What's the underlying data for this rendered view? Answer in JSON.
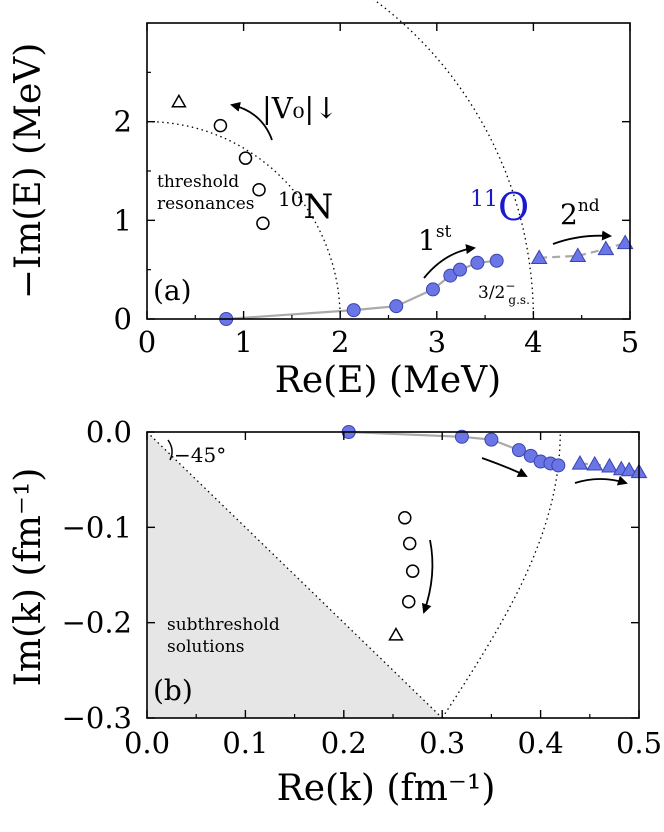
{
  "chart_data": [
    {
      "type": "scatter",
      "panel_label": "(a)",
      "xlabel": "Re(E) (MeV)",
      "ylabel": "−Im(E) (MeV)",
      "xlim": [
        0,
        5
      ],
      "ylim": [
        0,
        3
      ],
      "xticks": [
        "0",
        "1",
        "2",
        "3",
        "4",
        "5"
      ],
      "yticks": [
        "0",
        "1",
        "2"
      ],
      "grid": false,
      "series": [
        {
          "role": "first-resonance",
          "marker": "filled-circle",
          "color": "#6b76e6",
          "points": [
            [
              0.82,
              0.0
            ],
            [
              2.14,
              0.09
            ],
            [
              2.58,
              0.13
            ],
            [
              2.96,
              0.3
            ],
            [
              3.14,
              0.44
            ],
            [
              3.24,
              0.5
            ],
            [
              3.42,
              0.57
            ],
            [
              3.62,
              0.59
            ]
          ]
        },
        {
          "role": "second-resonance",
          "marker": "filled-triangle",
          "color": "#6b76e6",
          "points": [
            [
              4.06,
              0.62
            ],
            [
              4.46,
              0.64
            ],
            [
              4.75,
              0.71
            ],
            [
              4.95,
              0.77
            ]
          ]
        },
        {
          "role": "threshold-resonances",
          "marker": "open-circle",
          "color": "#000000",
          "points": [
            [
              0.76,
              1.96
            ],
            [
              1.02,
              1.63
            ],
            [
              1.16,
              1.31
            ],
            [
              1.2,
              0.97
            ]
          ]
        },
        {
          "role": "threshold-triangle",
          "marker": "open-triangle",
          "color": "#000000",
          "points": [
            [
              0.33,
              2.2
            ]
          ]
        }
      ],
      "guide_curves": [
        {
          "role": "quarter-circle",
          "radius": 2
        },
        {
          "role": "quarter-circle",
          "radius": 4
        }
      ],
      "annotations": {
        "v0": "|V₀|↓",
        "threshold_line1": "threshold",
        "threshold_line2": "resonances",
        "n10_sup": "10",
        "n10": "N",
        "o11_sup": "11",
        "o11": "O",
        "first_base": "1",
        "first_sup": "st",
        "second_base": "2",
        "second_sup": "nd",
        "gs_base": "3/2",
        "gs_sup": "−",
        "gs_sub": "g.s."
      }
    },
    {
      "type": "scatter",
      "panel_label": "(b)",
      "xlabel": "Re(k) (fm⁻¹)",
      "ylabel": "Im(k) (fm⁻¹)",
      "xlim": [
        0,
        0.5
      ],
      "ylim": [
        -0.3,
        0
      ],
      "xticks": [
        "0.0",
        "0.1",
        "0.2",
        "0.3",
        "0.4",
        "0.5"
      ],
      "yticks": [
        "0.0",
        "−0.1",
        "−0.2",
        "−0.3"
      ],
      "grid": false,
      "series": [
        {
          "role": "first-resonance",
          "marker": "filled-circle",
          "color": "#6b76e6",
          "points": [
            [
              0.205,
              0.0
            ],
            [
              0.32,
              -0.005
            ],
            [
              0.35,
              -0.008
            ],
            [
              0.378,
              -0.019
            ],
            [
              0.39,
              -0.025
            ],
            [
              0.4,
              -0.031
            ],
            [
              0.41,
              -0.033
            ],
            [
              0.418,
              -0.035
            ]
          ]
        },
        {
          "role": "second-resonance",
          "marker": "filled-triangle",
          "color": "#6b76e6",
          "points": [
            [
              0.44,
              -0.033
            ],
            [
              0.455,
              -0.034
            ],
            [
              0.47,
              -0.036
            ],
            [
              0.482,
              -0.039
            ],
            [
              0.49,
              -0.04
            ],
            [
              0.5,
              -0.042
            ]
          ]
        },
        {
          "role": "threshold-resonances",
          "marker": "open-circle",
          "color": "#000000",
          "points": [
            [
              0.262,
              -0.09
            ],
            [
              0.267,
              -0.117
            ],
            [
              0.27,
              -0.146
            ],
            [
              0.266,
              -0.178
            ]
          ]
        },
        {
          "role": "threshold-triangle",
          "marker": "open-triangle",
          "color": "#000000",
          "points": [
            [
              0.253,
              -0.213
            ]
          ]
        }
      ],
      "shaded_region": "subthreshold",
      "annotations": {
        "angle": "−45°",
        "subthreshold_line1": "subthreshold",
        "subthreshold_line2": "solutions"
      }
    }
  ]
}
